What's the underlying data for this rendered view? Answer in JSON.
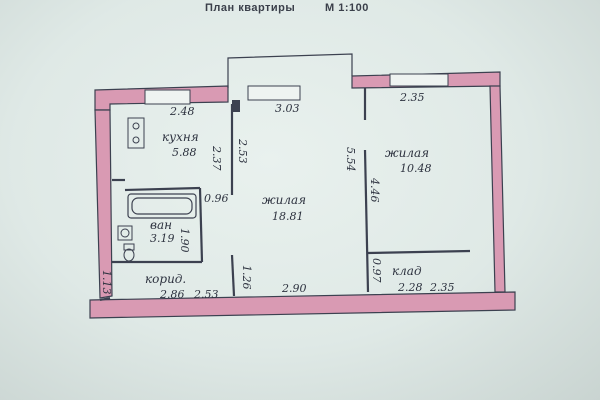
{
  "header": {
    "title": "План квартиры",
    "scale": "М 1:100"
  },
  "rooms": {
    "kitchen": {
      "name": "кухня",
      "area": "5.88"
    },
    "living_main": {
      "name": "жилая",
      "area": "18.81"
    },
    "living_side": {
      "name": "жилая",
      "area": "10.48"
    },
    "bath": {
      "name": "ван",
      "area": "3.19"
    },
    "corridor": {
      "name": "корид.",
      "area": "2.86"
    },
    "storage": {
      "name": "клад",
      "area": "2.28"
    }
  },
  "dimensions": {
    "top_left": "2.48",
    "top_middle": "3.03",
    "top_right": "2.35",
    "kitchen_depth_a": "2.37",
    "kitchen_depth_b": "2.53",
    "living_depth": "5.54",
    "side_depth": "4.46",
    "kitchen_door": "0.96",
    "bath_depth": "1.90",
    "corridor_left": "1.13",
    "corridor_width": "2.53",
    "corridor_door": "1.26",
    "bottom_middle": "2.90",
    "storage_depth": "0.97",
    "storage_width": "2.35"
  },
  "colors": {
    "wall": "#d99ab3",
    "line": "#3c4150",
    "paper": "#e4ede9"
  }
}
